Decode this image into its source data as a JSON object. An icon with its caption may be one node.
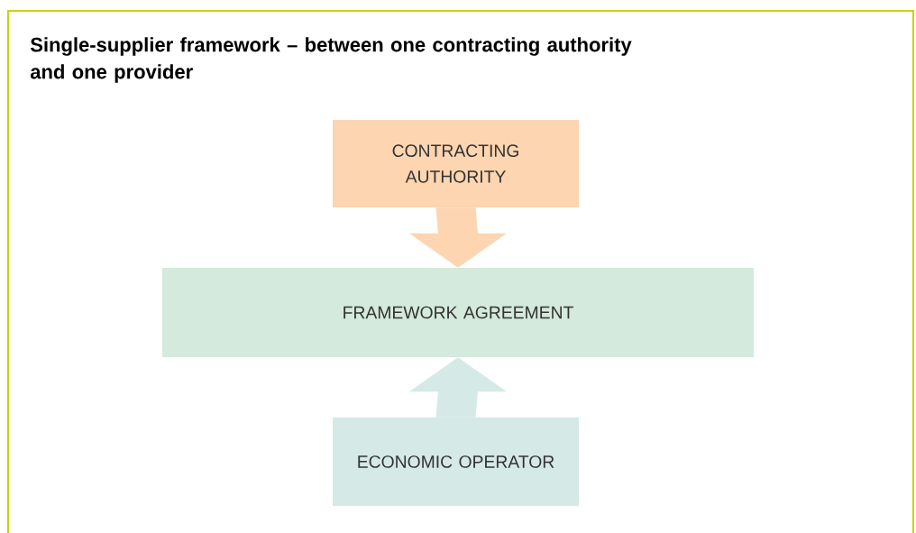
{
  "diagram": {
    "title": "Single-supplier framework – between one contracting authority and one provider",
    "nodes": [
      {
        "text": [
          "CONTRACTING AUTHORITY"
        ]
      },
      {
        "text": [
          "FRAMEWORK AGREEMENT"
        ]
      },
      {
        "text": [
          "ECONOMIC OPERATOR"
        ]
      }
    ],
    "edges": [
      {
        "from": 0,
        "to": 1,
        "arrow": "to",
        "color": "#fdd5b1"
      },
      {
        "from": 2,
        "to": 1,
        "arrow": "to",
        "color": "#d5e9e6"
      }
    ]
  }
}
